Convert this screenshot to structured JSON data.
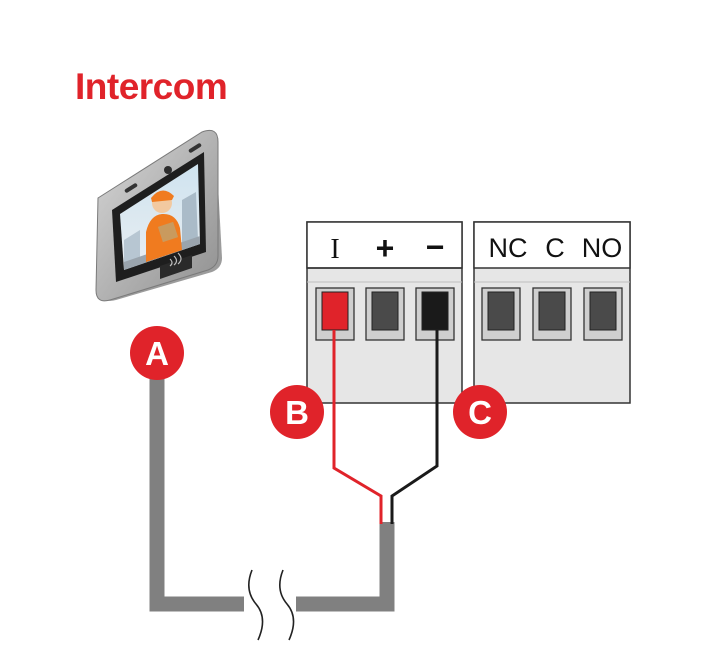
{
  "title": "Intercom",
  "terminal_labels": {
    "left_block": [
      "I",
      "+",
      "−"
    ],
    "right_block": [
      "NC",
      "C",
      "NO"
    ]
  },
  "callouts": [
    "A",
    "B",
    "C"
  ],
  "colors": {
    "accent": "#e0232a",
    "cable": "#808080",
    "wire_red": "#e0232a",
    "wire_black": "#1a1a1a",
    "terminal_body": "#e6e6e6",
    "terminal_header": "#ffffff",
    "slot": "#4a4a4a"
  },
  "icons": {
    "intercom_device": "intercom-device-icon",
    "card_reader": "card-reader-icon",
    "cable_break": "cable-break-icon"
  }
}
